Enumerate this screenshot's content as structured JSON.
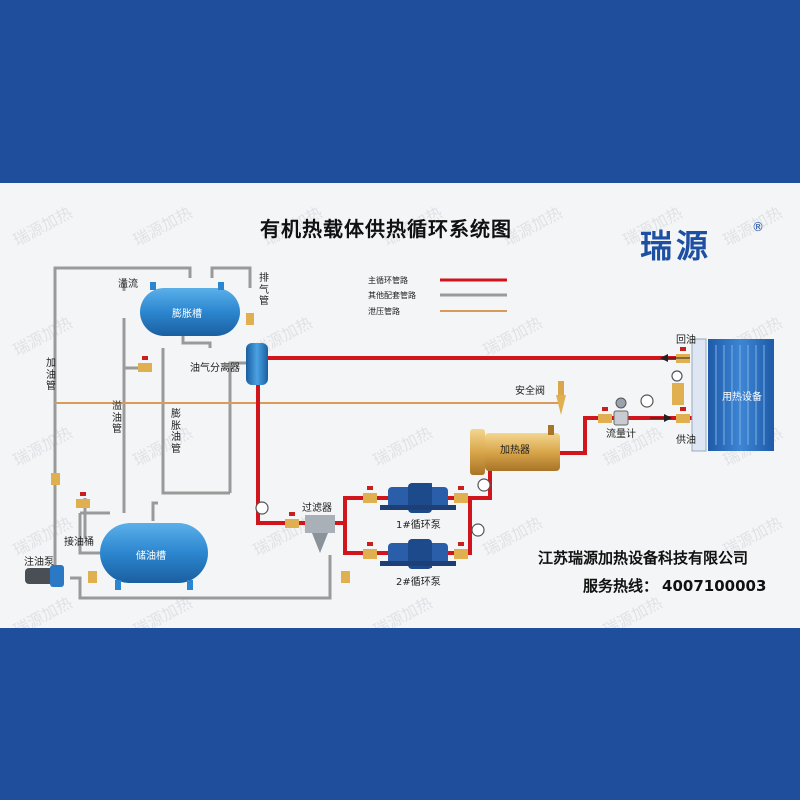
{
  "title": "有机热载体供热循环系统图",
  "brand": {
    "name": "瑞源",
    "mark": "®"
  },
  "company": "江苏瑞源加热设备科技有限公司",
  "hotline": {
    "label": "服务热线：",
    "number": "4007100003"
  },
  "legend": [
    {
      "label": "主循环管路",
      "color": "#d0151d"
    },
    {
      "label": "其他配套管路",
      "color": "#9a9a9a"
    },
    {
      "label": "泄压管路",
      "color": "#d99a5a"
    }
  ],
  "components": {
    "expansion_tank": "膨胀槽",
    "storage_tank": "储油槽",
    "separator": "油气分离器",
    "heater": "加热器",
    "user_equipment": "用热设备",
    "pump1": "1#循环泵",
    "pump2": "2#循环泵",
    "filter": "过滤器",
    "flowmeter": "流量计",
    "safety_valve": "安全阀",
    "fill_pump": "注油泵",
    "collect_bucket": "接油桶"
  },
  "pipes": {
    "overflow": "溢流",
    "vent": "排气管",
    "oil_add": "加油管",
    "overflow_pipe": "溢油管",
    "expansion_pipe": "膨胀油管",
    "return_oil": "回油",
    "supply_oil": "供油"
  },
  "watermark": "瑞源加热",
  "colors": {
    "background": "#1f4f9c",
    "panel": "#f4f5f6",
    "tank_blue": "#2c86cf",
    "main_pipe": "#d0151d",
    "aux_pipe": "#9a9a9a",
    "relief_pipe": "#d99a5a"
  }
}
